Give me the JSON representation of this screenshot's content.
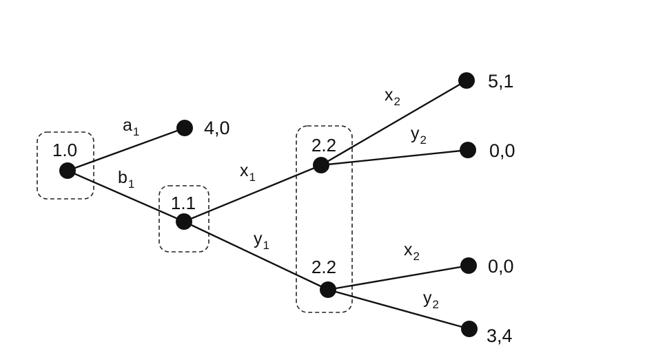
{
  "nodes": {
    "root": {
      "label": "1.0"
    },
    "n11": {
      "label": "1.1"
    },
    "n22a": {
      "label": "2.2"
    },
    "n22b": {
      "label": "2.2"
    }
  },
  "edges": {
    "a1": {
      "base": "a",
      "sub": "1"
    },
    "b1": {
      "base": "b",
      "sub": "1"
    },
    "x1": {
      "base": "x",
      "sub": "1"
    },
    "y1": {
      "base": "y",
      "sub": "1"
    },
    "x2a": {
      "base": "x",
      "sub": "2"
    },
    "y2a": {
      "base": "y",
      "sub": "2"
    },
    "x2b": {
      "base": "x",
      "sub": "2"
    },
    "y2b": {
      "base": "y",
      "sub": "2"
    }
  },
  "payoffs": {
    "t_a1": "4,0",
    "t_x2a": "5,1",
    "t_y2a": "0,0",
    "t_x2b": "0,0",
    "t_y2b": "3,4"
  },
  "colors": {
    "ink": "#111111",
    "background": "#ffffff"
  }
}
